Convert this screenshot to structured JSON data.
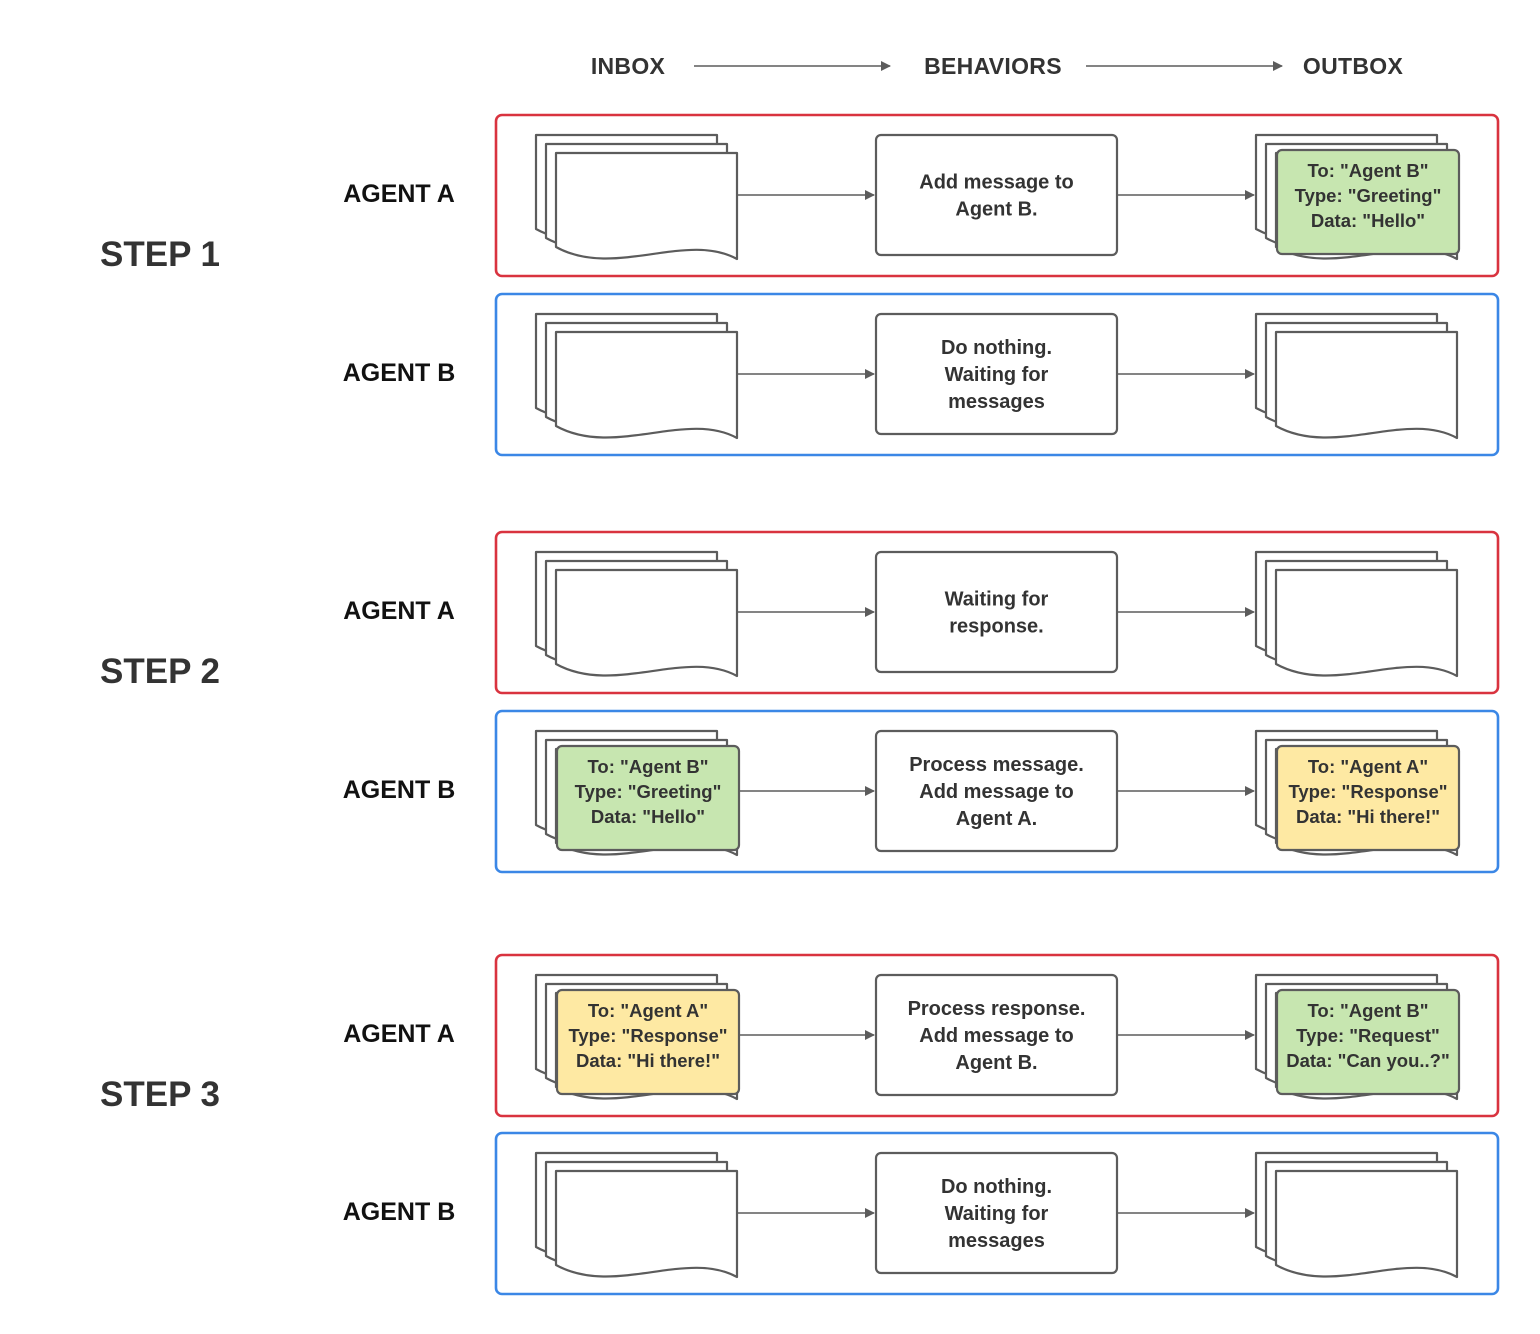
{
  "headers": {
    "inbox": "INBOX",
    "behaviors": "BEHAVIORS",
    "outbox": "OUTBOX"
  },
  "colors": {
    "agent_a_border": "#d9333f",
    "agent_b_border": "#3b87e6",
    "greeting_fill": "#c7e6b0",
    "response_fill": "#fee9a3",
    "request_fill": "#c7e6b0",
    "stroke": "#5c5c5c"
  },
  "steps": [
    {
      "label": "STEP 1",
      "rows": [
        {
          "agent": "AGENT A",
          "color": "red",
          "inbox": null,
          "behavior": [
            "Add message to",
            "Agent B."
          ],
          "outbox": {
            "fill": "green",
            "lines": [
              "To: \"Agent B\"",
              "Type: \"Greeting\"",
              "Data: \"Hello\""
            ]
          }
        },
        {
          "agent": "AGENT B",
          "color": "blue",
          "inbox": null,
          "behavior": [
            "Do nothing.",
            "Waiting for",
            "messages"
          ],
          "outbox": null
        }
      ]
    },
    {
      "label": "STEP 2",
      "rows": [
        {
          "agent": "AGENT A",
          "color": "red",
          "inbox": null,
          "behavior": [
            "Waiting for",
            "response."
          ],
          "outbox": null
        },
        {
          "agent": "AGENT B",
          "color": "blue",
          "inbox": {
            "fill": "green",
            "lines": [
              "To: \"Agent B\"",
              "Type: \"Greeting\"",
              "Data: \"Hello\""
            ]
          },
          "behavior": [
            "Process message.",
            "Add message to",
            "Agent A."
          ],
          "outbox": {
            "fill": "yellow",
            "lines": [
              "To: \"Agent A\"",
              "Type: \"Response\"",
              "Data: \"Hi there!\""
            ]
          }
        }
      ]
    },
    {
      "label": "STEP 3",
      "rows": [
        {
          "agent": "AGENT A",
          "color": "red",
          "inbox": {
            "fill": "yellow",
            "lines": [
              "To: \"Agent A\"",
              "Type: \"Response\"",
              "Data: \"Hi there!\""
            ]
          },
          "behavior": [
            "Process response.",
            "Add message to",
            "Agent B."
          ],
          "outbox": {
            "fill": "green",
            "lines": [
              "To: \"Agent B\"",
              "Type: \"Request\"",
              "Data: \"Can you..?\""
            ]
          }
        },
        {
          "agent": "AGENT B",
          "color": "blue",
          "inbox": null,
          "behavior": [
            "Do nothing.",
            "Waiting for",
            "messages"
          ],
          "outbox": null
        }
      ]
    }
  ]
}
